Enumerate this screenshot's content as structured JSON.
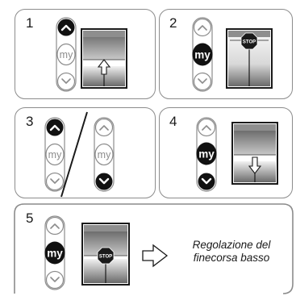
{
  "steps": [
    {
      "number": "1",
      "control": {
        "up": "active",
        "my": "idle",
        "down": "idle"
      },
      "shutter": {
        "indicator": "up-arrow"
      }
    },
    {
      "number": "2",
      "control": {
        "up": "idle",
        "my": "active",
        "down": "idle"
      },
      "shutter": {
        "indicator": "stop-sign"
      }
    },
    {
      "number": "3",
      "controls": [
        {
          "up": "active",
          "my": "idle",
          "down": "idle"
        },
        {
          "up": "idle",
          "my": "idle",
          "down": "active"
        }
      ]
    },
    {
      "number": "4",
      "control": {
        "up": "idle",
        "my": "active",
        "down": "active"
      },
      "shutter": {
        "indicator": "down-arrow"
      }
    },
    {
      "number": "5",
      "control": {
        "up": "idle",
        "my": "active",
        "down": "idle"
      },
      "shutter": {
        "indicator": "stop-sign"
      },
      "result_label": {
        "line1": "Regolazione del",
        "line2": "finecorsa basso"
      }
    }
  ],
  "remote": {
    "my_label": "my"
  },
  "stop_sign": {
    "label": "STOP"
  },
  "icons": {
    "up_button": "chevron-up-icon",
    "down_button": "chevron-down-icon",
    "up_indicator": "up-arrow-outline-icon",
    "down_indicator": "down-arrow-outline-icon",
    "result_arrow": "right-arrow-outline-icon"
  },
  "colors": {
    "button_active": "#111111",
    "button_idle": "#ffffff",
    "outline": "#8c8c8c",
    "window_frame": "#1a1a1a",
    "shutter_top": "#777777",
    "shutter_bottom": "#b4b4b4",
    "stop_sign": "#1a1a1a"
  }
}
